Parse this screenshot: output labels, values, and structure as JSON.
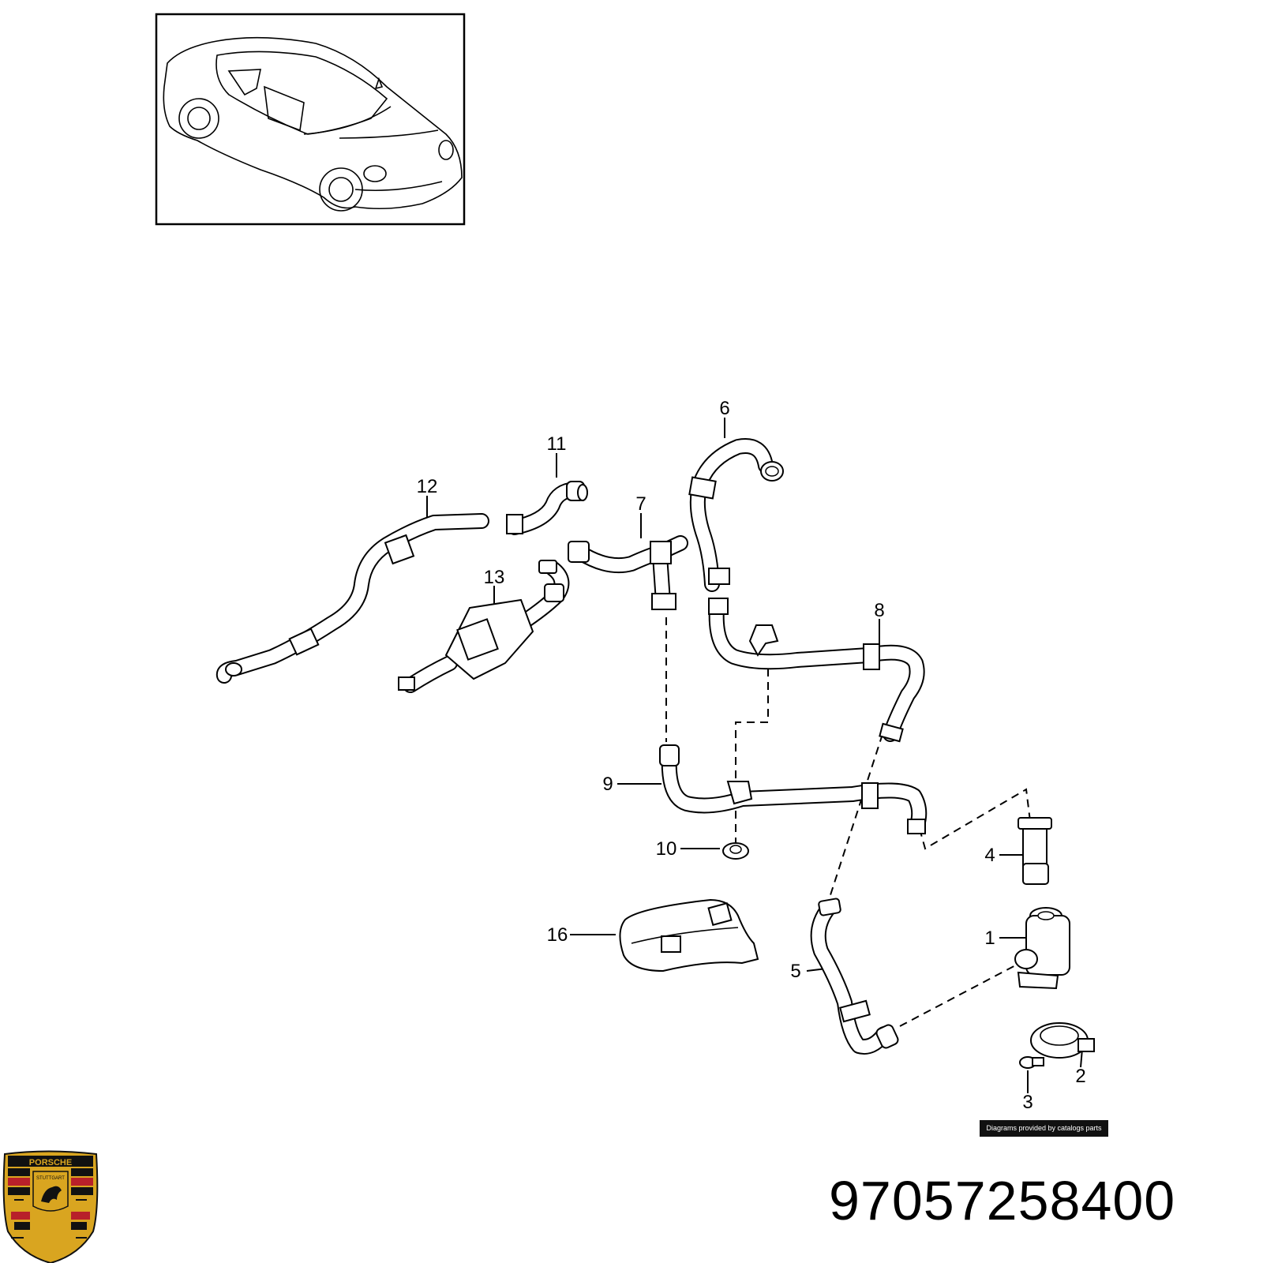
{
  "diagram": {
    "callouts": [
      "1",
      "2",
      "3",
      "4",
      "5",
      "6",
      "7",
      "8",
      "9",
      "10",
      "11",
      "12",
      "13",
      "16"
    ],
    "credit": "Diagrams provided by catalogs parts",
    "part_number": "97057258400"
  },
  "logo": {
    "brand_text": "PORSCHE",
    "city_text": "STUTTGART",
    "colors": {
      "gold": "#d9a520",
      "red": "#b8202a",
      "black": "#111111"
    }
  }
}
